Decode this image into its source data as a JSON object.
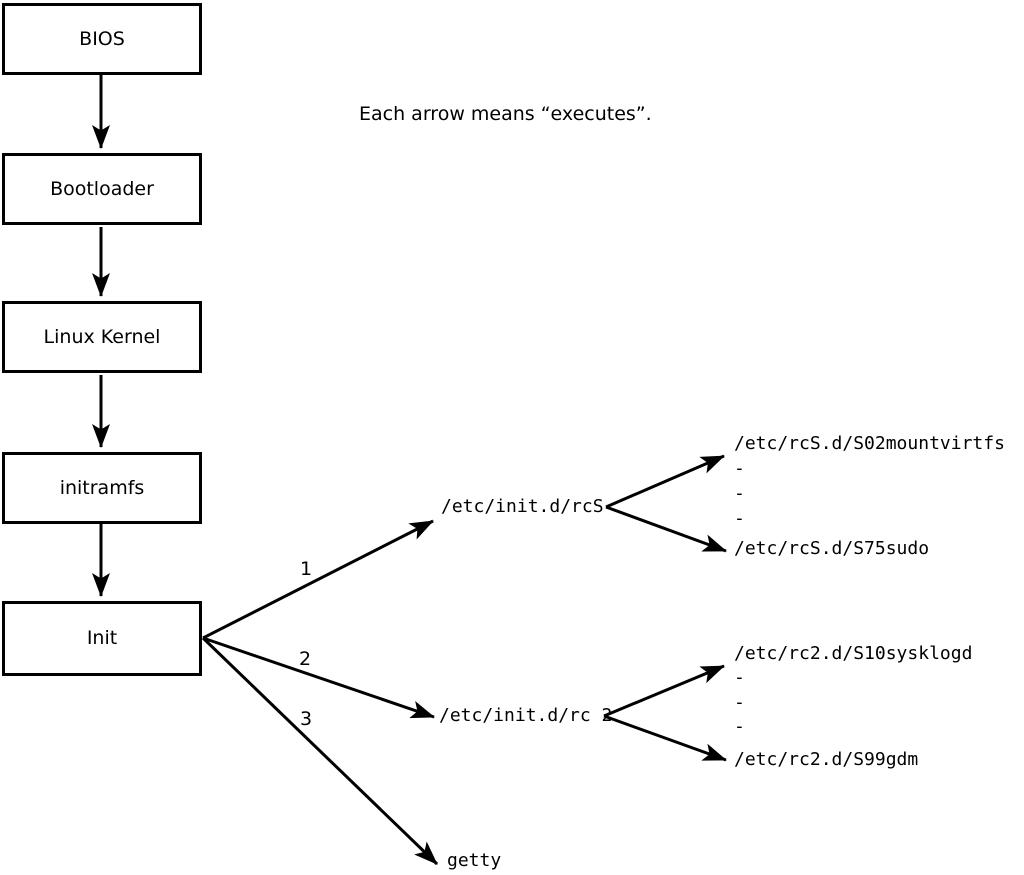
{
  "caption": "Each arrow means “executes”.",
  "flow_boxes": [
    {
      "label": "BIOS"
    },
    {
      "label": "Bootloader"
    },
    {
      "label": "Linux Kernel"
    },
    {
      "label": "initramfs"
    },
    {
      "label": "Init"
    }
  ],
  "edge_labels": [
    "1",
    "2",
    "3"
  ],
  "targets": {
    "rcS": "/etc/init.d/rcS",
    "rc2": "/etc/init.d/rc 2",
    "getty": "getty"
  },
  "rcS_children": [
    "/etc/rcS.d/S02mountvirtfs",
    "-",
    "-",
    "-",
    "/etc/rcS.d/S75sudo"
  ],
  "rc2_children": [
    "/etc/rc2.d/S10sysklogd",
    "-",
    "-",
    "-",
    "/etc/rc2.d/S99gdm"
  ],
  "colors": {
    "ink": "#000000",
    "background": "#ffffff"
  }
}
